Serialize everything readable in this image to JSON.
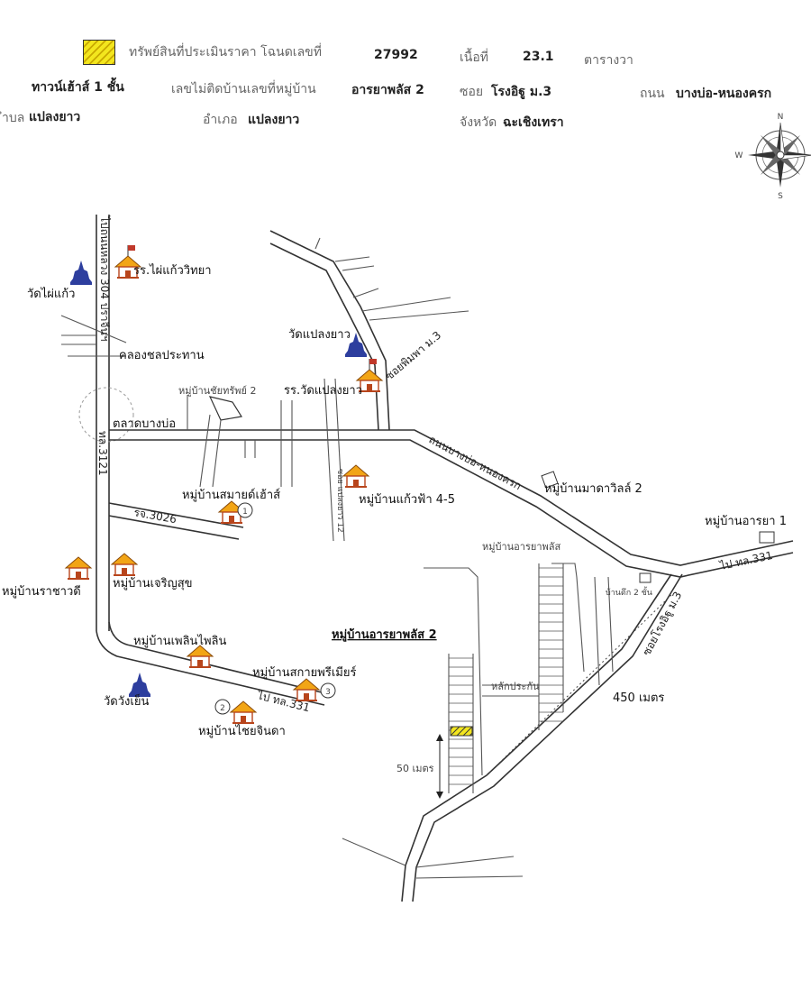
{
  "header": {
    "row1": {
      "legend_label": "ทรัพย์สินที่ประเมินราคา โฉนดเลขที่",
      "deed_no": "27992",
      "area_label": "เนื้อที่",
      "area_value": "23.1",
      "area_unit": "ตารางวา"
    },
    "row2": {
      "building": "ทาวน์เฮ้าส์ 1 ชั้น",
      "house_no_label": "เลขไม่ติดบ้านเลขที่หมู่บ้าน",
      "village": "อารยาพลัส 2",
      "soi_label": "ซอย",
      "soi_value": "โรงอิฐู ม.3",
      "road_label": "ถนน",
      "road_value": "บางบ่อ-หนองครก"
    },
    "row3": {
      "tambon_label": "ำบล",
      "tambon_value": "แปลงยาว",
      "amphoe_label": "อำเภอ",
      "amphoe_value": "แปลงยาว",
      "province_label": "จังหวัด",
      "province_value": "ฉะเชิงเทรา"
    }
  },
  "compass": {
    "n": "N",
    "s": "S",
    "w": "W"
  },
  "map": {
    "roads": {
      "hwy304": "ไปถนนหลวง 304 ปราจีนฯ",
      "hwy3121": "ทล.3121",
      "ror3026": "รจ.3026",
      "bangbo_nongkrok": "ถนนบางบ่อ-หนองครก",
      "soi_pimpa": "ซอยพิมพา ม.3",
      "to_331_right": "ไป ทล.331",
      "to_331_left": "ไป ทล.331",
      "soi_rongit": "ซอยโรงอิฐู ม.3",
      "soi_small": "ซอย แปลงยาว 12"
    },
    "places": {
      "wat_phaikaew": "วัดไผ่แก้ว",
      "school_phaikaew": "รร.ไผ่แก้ววิทยา",
      "canal": "คลองชลประทาน",
      "wat_plaengyao": "วัดแปลงยาว",
      "village_chaisap": "หมู่บ้านชัยทรัพย์ 2",
      "school_wat": "รร.วัดแปลงยาว",
      "market": "ตลาดบางบ่อ",
      "village_smart": "หมู่บ้านสมายด์เฮ้าส์",
      "village_kaewfa": "หมู่บ้านแก้วฟ้า 4-5",
      "village_mada": "หมู่บ้านมาดาวิลล์ 2",
      "village_araya1": "หมู่บ้านอารยา 1",
      "village_arayaplus": "หมู่บ้านอารยาพลัส",
      "building_2": "บ้านตึก 2 ชั้น",
      "village_rachawadi": "หมู่บ้านราชาวดี",
      "village_charoensuk": "หมู่บ้านเจริญสุข",
      "village_ploenplin": "หมู่บ้านเพลินไพลิน",
      "village_arayaplus2": "หมู่บ้านอารยาพลัส 2",
      "village_sakai": "หมู่บ้านสกายพรีเมียร์",
      "wat_wangyen": "วัดวังเย็น",
      "village_chaichinda": "หมู่บ้านไชยจินดา",
      "post": "หลักประกัน"
    },
    "markers": {
      "m1": "1",
      "m2": "2",
      "m3": "3"
    },
    "distances": {
      "d450": "450 เมตร",
      "d50": "50 เมตร"
    }
  },
  "colors": {
    "legend_fill": "#f3e61e",
    "roof": "#f2a516",
    "house": "#b8451c",
    "temple": "#2d3e9e",
    "flag": "#c0392b"
  }
}
